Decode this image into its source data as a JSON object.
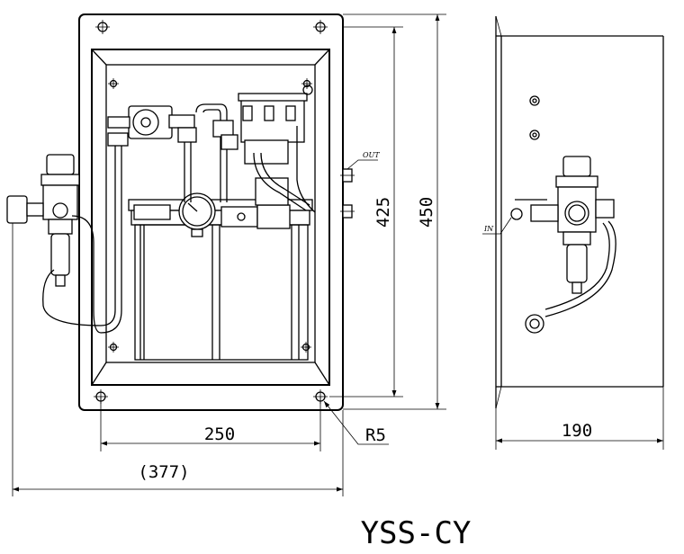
{
  "dimensions": {
    "width_inner": "250",
    "width_overall": "(377)",
    "height_inner": "425",
    "height_overall": "450",
    "depth": "190",
    "corner_radius": "R5"
  },
  "labels": {
    "out": "OUT",
    "in": "IN"
  },
  "title": "YSS-CY"
}
